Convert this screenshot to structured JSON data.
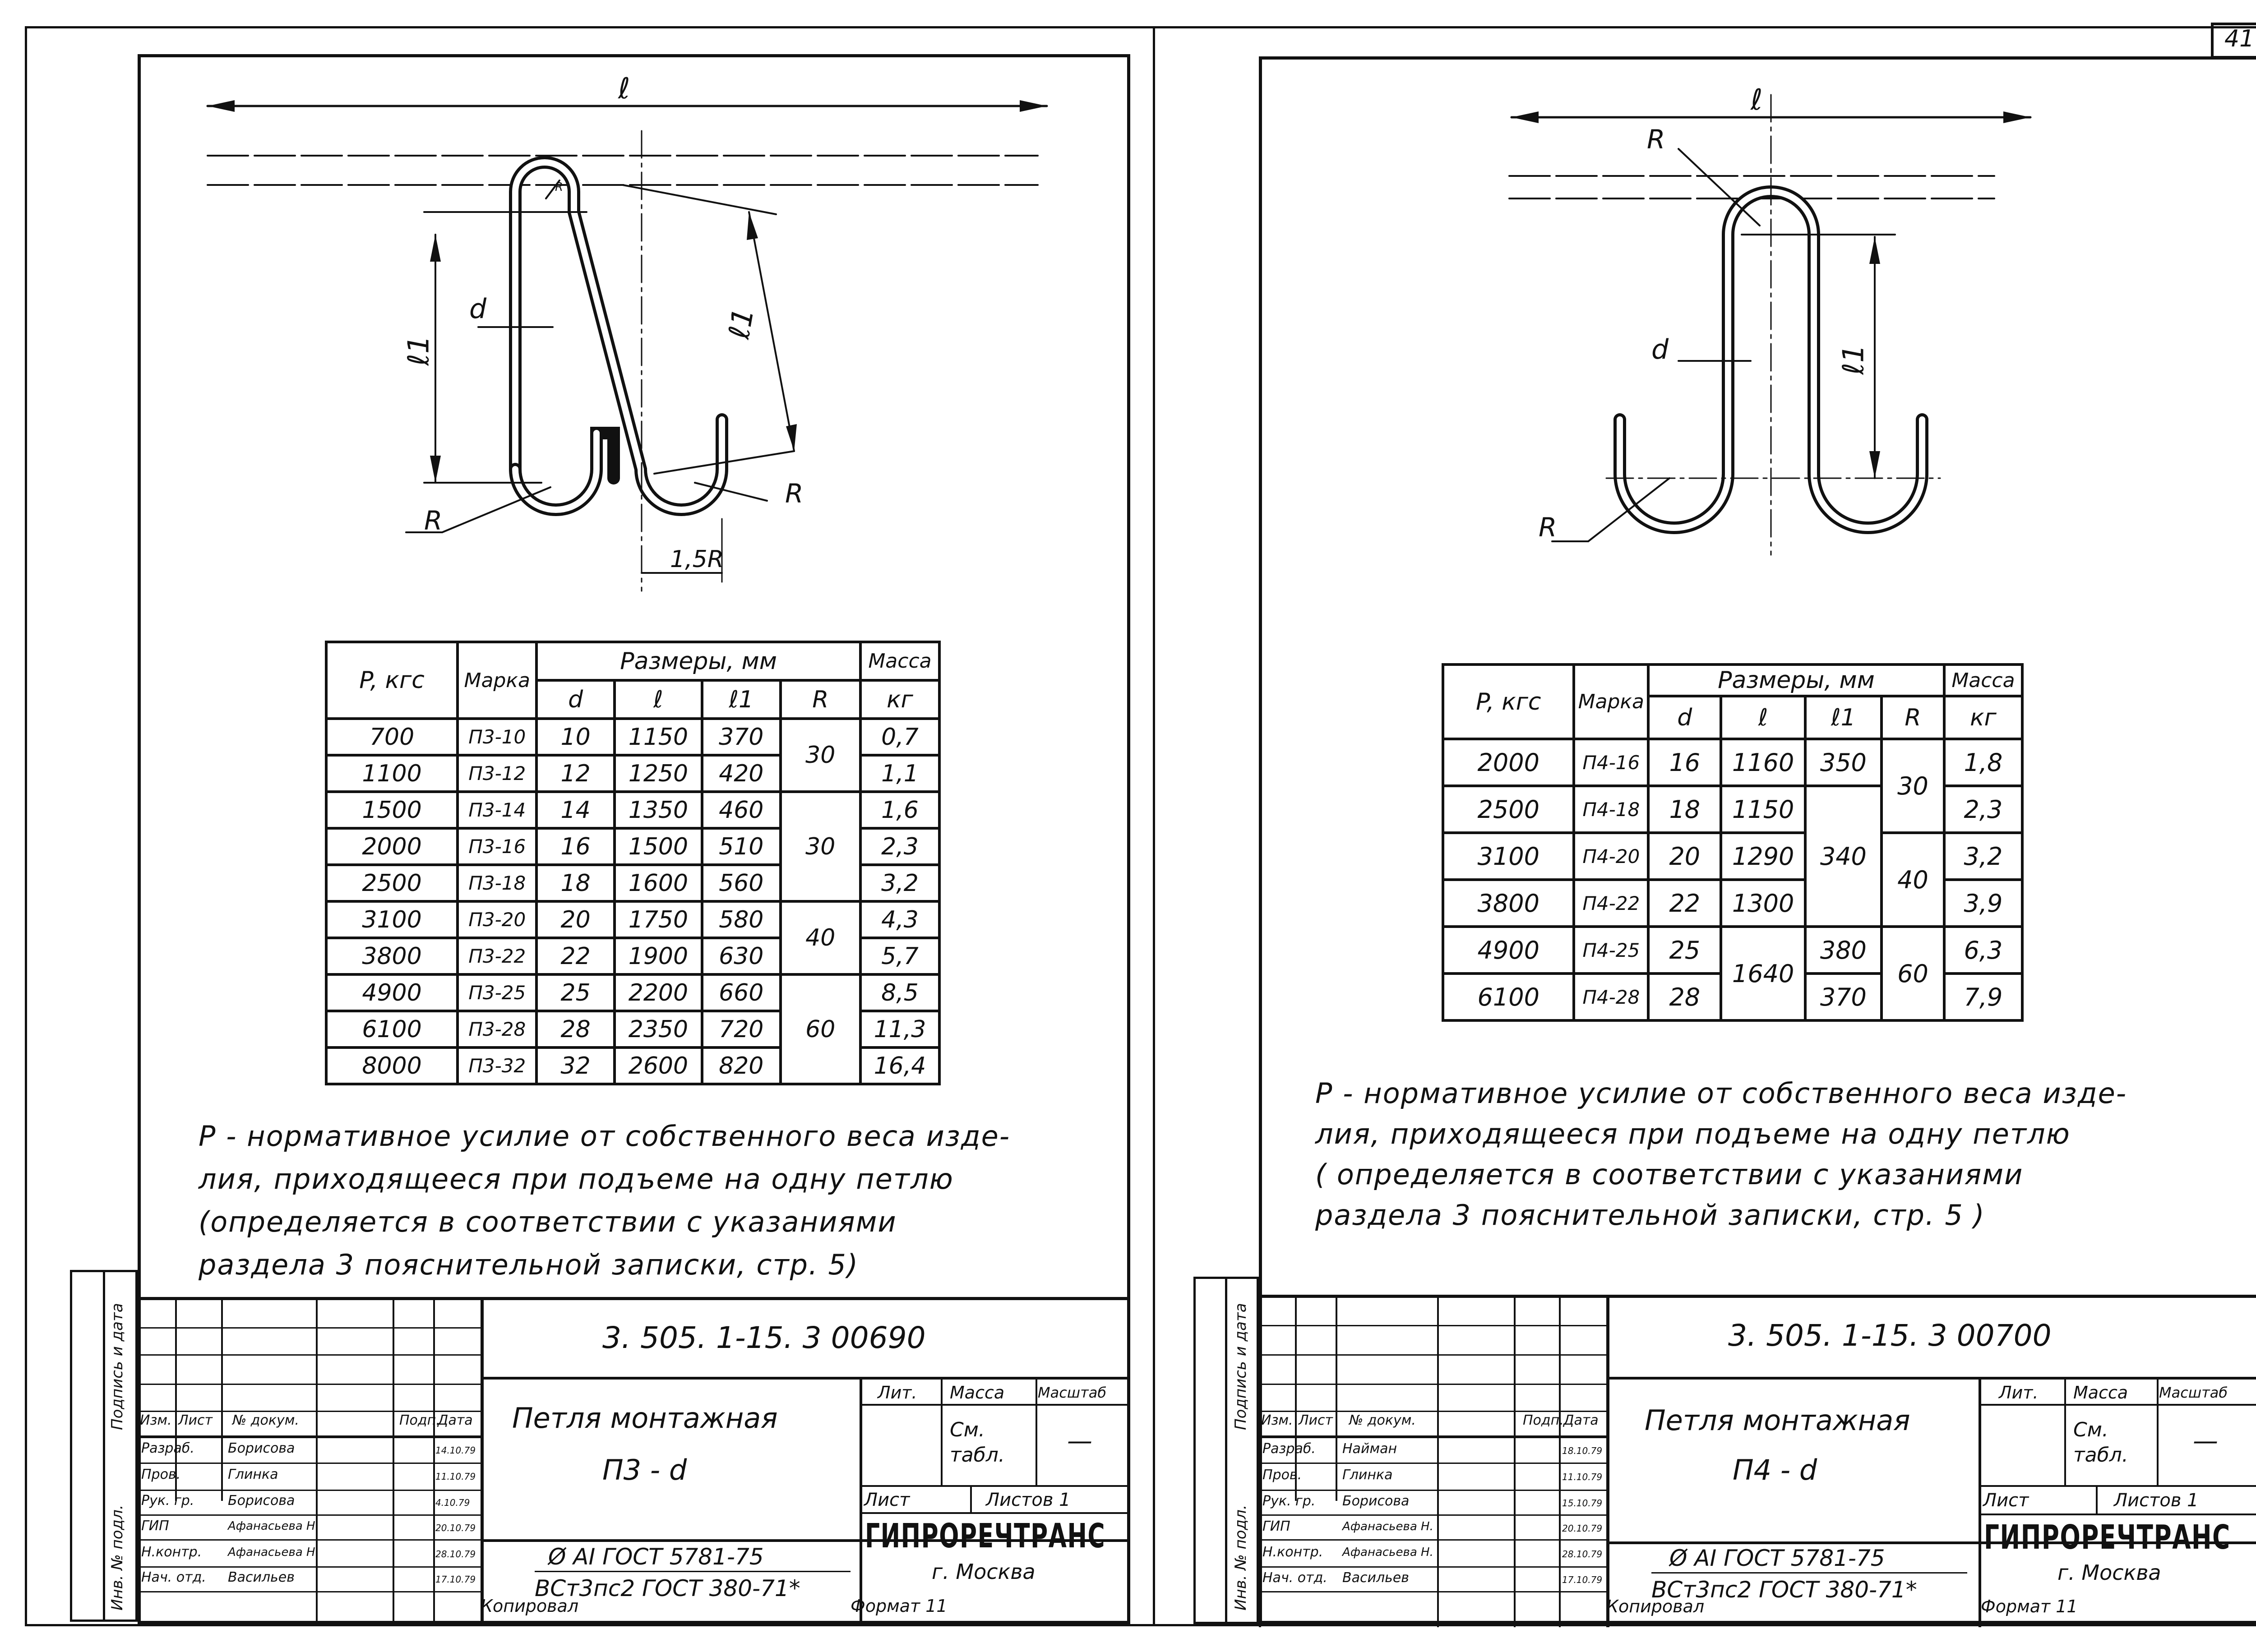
{
  "page_number": "41",
  "drawings": [
    {
      "id": "left",
      "dims": {
        "l": "ℓ",
        "l1_left": "ℓ1",
        "l1_right": "ℓ1",
        "d": "d",
        "R_top": "R",
        "R_left": "R",
        "R_right": "R",
        "gap": "1,5R"
      },
      "table": {
        "headers": {
          "p": "P, кгс",
          "mark": "Марка",
          "dims": "Размеры, мм",
          "mass": "Масса",
          "d": "d",
          "l": "ℓ",
          "l1": "ℓ1",
          "r": "R",
          "kg": "кг"
        },
        "rows": [
          {
            "p": "700",
            "mark": "П3-10",
            "d": "10",
            "l": "1150",
            "l1": "370",
            "m": "0,7"
          },
          {
            "p": "1100",
            "mark": "П3-12",
            "d": "12",
            "l": "1250",
            "l1": "420",
            "m": "1,1"
          },
          {
            "p": "1500",
            "mark": "П3-14",
            "d": "14",
            "l": "1350",
            "l1": "460",
            "m": "1,6"
          },
          {
            "p": "2000",
            "mark": "П3-16",
            "d": "16",
            "l": "1500",
            "l1": "510",
            "m": "2,3"
          },
          {
            "p": "2500",
            "mark": "П3-18",
            "d": "18",
            "l": "1600",
            "l1": "560",
            "m": "3,2"
          },
          {
            "p": "3100",
            "mark": "П3-20",
            "d": "20",
            "l": "1750",
            "l1": "580",
            "m": "4,3"
          },
          {
            "p": "3800",
            "mark": "П3-22",
            "d": "22",
            "l": "1900",
            "l1": "630",
            "m": "5,7"
          },
          {
            "p": "4900",
            "mark": "П3-25",
            "d": "25",
            "l": "2200",
            "l1": "660",
            "m": "8,5"
          },
          {
            "p": "6100",
            "mark": "П3-28",
            "d": "28",
            "l": "2350",
            "l1": "720",
            "m": "11,3"
          },
          {
            "p": "8000",
            "mark": "П3-32",
            "d": "32",
            "l": "2600",
            "l1": "820",
            "m": "16,4"
          }
        ],
        "r_groups": [
          "30",
          "30",
          "40",
          "60"
        ]
      },
      "note": [
        "Р - нормативное усилие от собственного веса изде-",
        "лия, приходящееся при подъеме на одну петлю",
        "(определяется в соответствии с указаниями",
        "раздела 3 пояснительной записки, стр. 5)"
      ],
      "title_block": {
        "code": "3. 505. 1-15. 3   00690",
        "name_line1": "Петля монтажная",
        "name_line2": "П3 - d",
        "material_line1": "Ø  АI  ГОСТ 5781-75",
        "material_line2": "ВСт3пс2 ГОСТ 380-71*",
        "lit": "Лит.",
        "mass_hdr": "Масса",
        "scale_hdr": "Масштаб",
        "mass_val": "См. табл.",
        "scale_val": "—",
        "sheet": "Лист",
        "sheets": "Листов 1",
        "org": "ГИПРОРЕЧТРАНС",
        "city": "г. Москва",
        "hdr": [
          "Изм.",
          "Лист",
          "№ докум.",
          "Подп.",
          "Дата"
        ],
        "rows": [
          {
            "role": "Разраб.",
            "name": "Борисова",
            "date": "14.10.79"
          },
          {
            "role": "Пров.",
            "name": "Глинка",
            "date": "11.10.79"
          },
          {
            "role": "Рук. гр.",
            "name": "Борисова",
            "date": "4.10.79"
          },
          {
            "role": "ГИП",
            "name": "Афанасьева Н.",
            "date": "20.10.79"
          },
          {
            "role": "Н.контр.",
            "name": "Афанасьева Н.",
            "date": "28.10.79"
          },
          {
            "role": "Нач. отд.",
            "name": "Васильев",
            "date": "17.10.79"
          }
        ],
        "copied": "Копировал",
        "format": "Формат 11"
      },
      "side_labels": [
        "Подпись и дата",
        "Инв. № подл."
      ]
    },
    {
      "id": "right",
      "dims": {
        "l": "ℓ",
        "l1": "ℓ1",
        "d": "d",
        "R_top": "R",
        "R_left": "R"
      },
      "table": {
        "headers": {
          "p": "P, кгс",
          "mark": "Марка",
          "dims": "Размеры, мм",
          "mass": "Масса",
          "d": "d",
          "l": "ℓ",
          "l1": "ℓ1",
          "r": "R",
          "kg": "кг"
        },
        "rows": [
          {
            "p": "2000",
            "mark": "П4-16",
            "d": "16",
            "l": "1160",
            "l1": "350",
            "m": "1,8"
          },
          {
            "p": "2500",
            "mark": "П4-18",
            "d": "18",
            "l": "1150",
            "l1": "",
            "m": "2,3"
          },
          {
            "p": "3100",
            "mark": "П4-20",
            "d": "20",
            "l": "1290",
            "l1": "",
            "m": "3,2"
          },
          {
            "p": "3800",
            "mark": "П4-22",
            "d": "22",
            "l": "1300",
            "l1": "",
            "m": "3,9"
          },
          {
            "p": "4900",
            "mark": "П4-25",
            "d": "25",
            "l": "",
            "l1": "380",
            "m": "6,3"
          },
          {
            "p": "6100",
            "mark": "П4-28",
            "d": "28",
            "l": "",
            "l1": "370",
            "m": "7,9"
          }
        ],
        "l_merged": "1640",
        "l1_merged": "340",
        "r_groups": [
          "30",
          "40",
          "60"
        ]
      },
      "note": [
        "Р - нормативное усилие от собственного веса изде-",
        "лия, приходящееся при подъеме на одну петлю",
        "( определяется  в  соответствии  с указаниями",
        "раздела 3 пояснительной записки, стр. 5 )"
      ],
      "title_block": {
        "code": "3. 505. 1-15. 3  00700",
        "name_line1": "Петля монтажная",
        "name_line2": "П4 - d",
        "material_line1": "Ø  АI  ГОСТ 5781-75",
        "material_line2": "ВСт3пс2 ГОСТ 380-71*",
        "lit": "Лит.",
        "mass_hdr": "Масса",
        "scale_hdr": "Масштаб",
        "mass_val": "См. табл.",
        "scale_val": "—",
        "sheet": "Лист",
        "sheets": "Листов 1",
        "org": "ГИПРОРЕЧТРАНС",
        "city": "г. Москва",
        "hdr": [
          "Изм.",
          "Лист",
          "№ докум.",
          "Подп.",
          "Дата"
        ],
        "rows": [
          {
            "role": "Разраб.",
            "name": "Найман",
            "date": "18.10.79"
          },
          {
            "role": "Пров.",
            "name": "Глинка",
            "date": "11.10.79"
          },
          {
            "role": "Рук. гр.",
            "name": "Борисова",
            "date": "15.10.79"
          },
          {
            "role": "ГИП",
            "name": "Афанасьева Н.",
            "date": "20.10.79"
          },
          {
            "role": "Н.контр.",
            "name": "Афанасьева Н.",
            "date": "28.10.79"
          },
          {
            "role": "Нач. отд.",
            "name": "Васильев",
            "date": "17.10.79"
          }
        ],
        "copied": "Копировал",
        "format": "Формат 11"
      },
      "side_labels": [
        "Подпись и дата",
        "Инв. № подл."
      ]
    }
  ]
}
